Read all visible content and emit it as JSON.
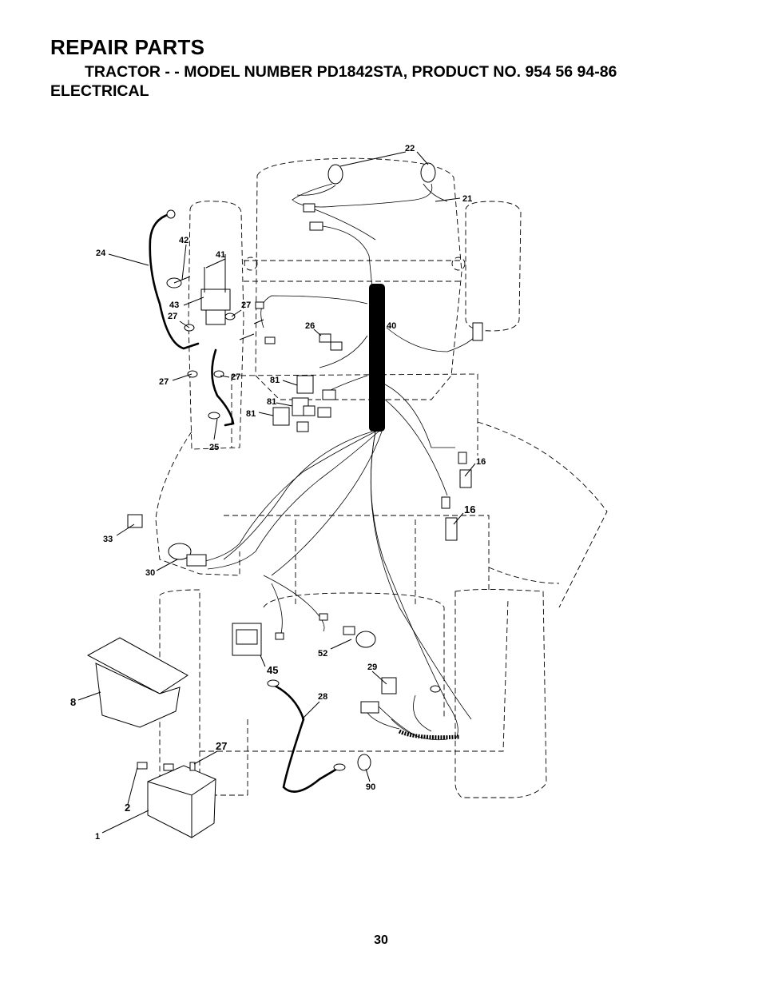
{
  "header": {
    "title": "REPAIR PARTS",
    "subtitle": "TRACTOR - - MODEL NUMBER PD1842STA, PRODUCT NO. 954 56 94-86",
    "section": "ELECTRICAL"
  },
  "callouts": {
    "c22": "22",
    "c21": "21",
    "c42": "42",
    "c41": "41",
    "c24": "24",
    "c43": "43",
    "c27a": "27",
    "c27b": "27",
    "c26": "26",
    "c40": "40",
    "c27c": "27",
    "c27d": "27",
    "c81a": "81",
    "c81b": "81",
    "c81c": "81",
    "c25": "25",
    "c16a": "16",
    "c16b": "16",
    "c33": "33",
    "c30": "30",
    "c52": "52",
    "c45": "45",
    "c29": "29",
    "c8": "8",
    "c28": "28",
    "c27e": "27",
    "c90": "90",
    "c2": "2",
    "c1": "1"
  },
  "footer": {
    "page_number": "30"
  }
}
